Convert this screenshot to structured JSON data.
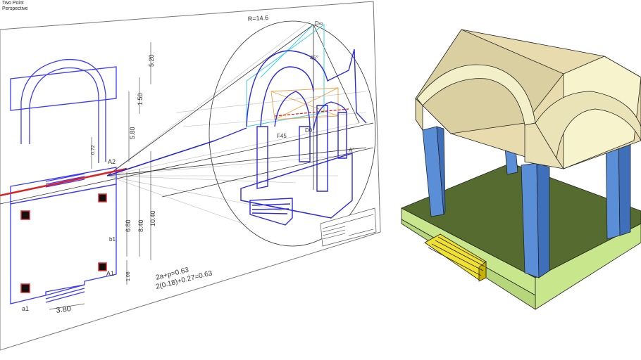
{
  "scene": {
    "tab_label_line1": "Two Point",
    "tab_label_line2": "Perspective"
  },
  "drawing": {
    "radius_label": "R=14.6",
    "distance_point": "D∞",
    "angle_label": "45°",
    "f45_label": "F45",
    "d0_label": "D0",
    "a_prime": "A'",
    "a2": "A2",
    "a1": "A1",
    "b1": "b1",
    "a1_lower": "a1",
    "dims": [
      "5.20",
      "1.50",
      "5.80",
      "0.72",
      "6.80",
      "8.40",
      "10.40",
      "1.08",
      "3.80"
    ],
    "formula_1": "2a+p=0.63",
    "formula_2": "2(0.18)+0.27=0.63"
  },
  "colors": {
    "sheet_line": "#3a3aff",
    "horizon": "#e02020",
    "construction_cyan": "#40d0e0",
    "construction_orange": "#f0a040",
    "roof": "#f3efc8",
    "roof_shade": "#d9cfa0",
    "column": "#5a8fd8",
    "column_shade": "#3f6fb8",
    "base_top": "#556b2f",
    "base_side": "#c8e68c",
    "steps": "#f0e030"
  }
}
